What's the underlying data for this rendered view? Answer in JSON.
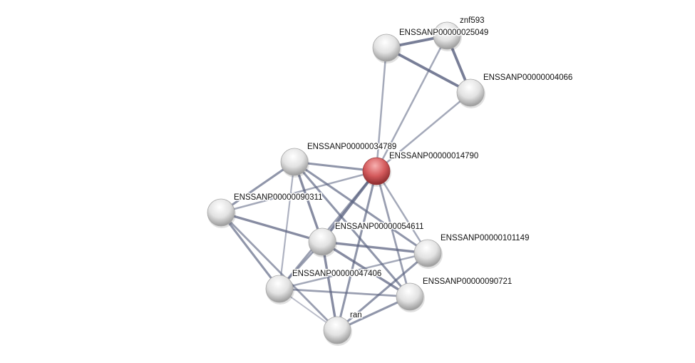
{
  "network": {
    "query_node": "ENSSANP00000014790",
    "colors": {
      "query": "#d9595c",
      "node": "#e6e6e6",
      "edge": "#5a6280"
    },
    "nodes": [
      {
        "id": "a",
        "label": "ENSSANP00000025049"
      },
      {
        "id": "z",
        "label": "znf593"
      },
      {
        "id": "g",
        "label": "ENSSANP00000004066"
      },
      {
        "id": "r",
        "label": "ENSSANP00000014790"
      },
      {
        "id": "b",
        "label": "ENSSANP00000034789"
      },
      {
        "id": "c",
        "label": "ENSSANP00000090311"
      },
      {
        "id": "d",
        "label": "ENSSANP00000054611"
      },
      {
        "id": "e",
        "label": "ENSSANP00000101149"
      },
      {
        "id": "f",
        "label": "ENSSANP00000047406"
      },
      {
        "id": "h",
        "label": "ENSSANP00000090721"
      },
      {
        "id": "n",
        "label": "ran"
      }
    ],
    "edges": [
      {
        "s": "a",
        "t": "z",
        "score": 0.95
      },
      {
        "s": "a",
        "t": "g",
        "score": 0.95
      },
      {
        "s": "z",
        "t": "g",
        "score": 0.95
      },
      {
        "s": "a",
        "t": "r",
        "score": 0.5
      },
      {
        "s": "z",
        "t": "r",
        "score": 0.5
      },
      {
        "s": "g",
        "t": "r",
        "score": 0.5
      },
      {
        "s": "b",
        "t": "r",
        "score": 0.7
      },
      {
        "s": "b",
        "t": "c",
        "score": 0.7
      },
      {
        "s": "b",
        "t": "d",
        "score": 0.8
      },
      {
        "s": "b",
        "t": "f",
        "score": 0.4
      },
      {
        "s": "b",
        "t": "e",
        "score": 0.7
      },
      {
        "s": "b",
        "t": "h",
        "score": 0.7
      },
      {
        "s": "r",
        "t": "c",
        "score": 0.5
      },
      {
        "s": "r",
        "t": "d",
        "score": 0.9
      },
      {
        "s": "r",
        "t": "f",
        "score": 0.6
      },
      {
        "s": "r",
        "t": "n",
        "score": 0.7
      },
      {
        "s": "r",
        "t": "e",
        "score": 0.5
      },
      {
        "s": "r",
        "t": "h",
        "score": 0.6
      },
      {
        "s": "c",
        "t": "d",
        "score": 0.8
      },
      {
        "s": "c",
        "t": "f",
        "score": 0.7
      },
      {
        "s": "c",
        "t": "n",
        "score": 0.6
      },
      {
        "s": "d",
        "t": "e",
        "score": 0.8
      },
      {
        "s": "d",
        "t": "h",
        "score": 0.8
      },
      {
        "s": "d",
        "t": "n",
        "score": 0.8
      },
      {
        "s": "d",
        "t": "f",
        "score": 0.6
      },
      {
        "s": "f",
        "t": "e",
        "score": 0.5
      },
      {
        "s": "f",
        "t": "h",
        "score": 0.6
      },
      {
        "s": "f",
        "t": "n",
        "score": 0.3
      },
      {
        "s": "e",
        "t": "n",
        "score": 0.7
      },
      {
        "s": "h",
        "t": "n",
        "score": 0.7
      }
    ]
  }
}
